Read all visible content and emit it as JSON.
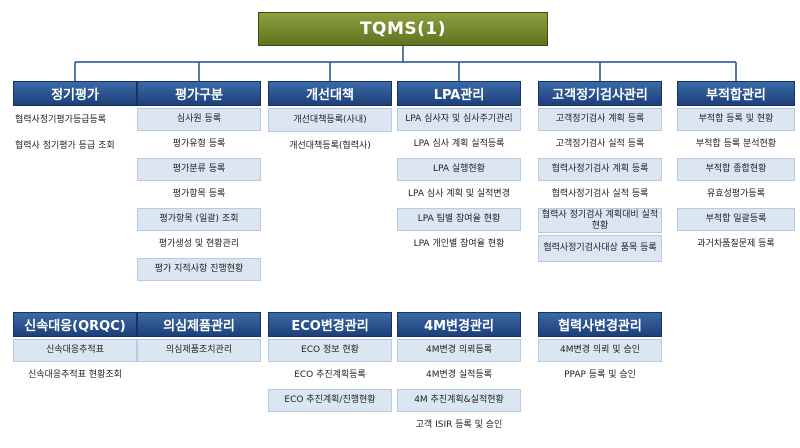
{
  "title": "TQMS(1)",
  "colors": {
    "root": "#6b7f28",
    "header": "#1f4e8c",
    "item_highlight": "#dbe6f2",
    "connector": "#1f4e8c"
  },
  "row1": [
    {
      "header": "정기평가",
      "items": [
        "협력사정기평가등급등록",
        "협력사 정기평가 등급 조회"
      ]
    },
    {
      "header": "평가구분",
      "items": [
        "심사원 등록",
        "평가유형 등록",
        "평가분류 등록",
        "평가항목 등록",
        "평가항목 (일괄) 조회",
        "평가생성 및 현황관리",
        "평가 지적사항 진행현황"
      ]
    },
    {
      "header": "개선대책",
      "items": [
        "개선대책등록(사내)",
        "개선대책등록(협력사)"
      ]
    },
    {
      "header": "LPA관리",
      "items": [
        "LPA 심사자 및 심사주기관리",
        "LPA 심사 계획 실적등록",
        "LPA 실행현황",
        "LPA 심사 계획 및 실적변경",
        "LPA 팀별 참여율 현황",
        "LPA 개인별 참여율 현황"
      ]
    },
    {
      "header": "고객정기검사관리",
      "items": [
        "고객정기검사 계획 등록",
        "고객정기검사 실적 등록",
        "협력사정기검사 계획 등록",
        "협력사정기검사 실적 등록",
        "협력사 정기검사 계획대비 실적 현황",
        "협력사정기검사대상 품목 등록"
      ]
    },
    {
      "header": "부적합관리",
      "items": [
        "부적합 등록 및 현황",
        "부적합 등록 분석현황",
        "부적합 종합현황",
        "유효성평가등록",
        "부적합 일괄등록",
        "과거차품질문제 등록"
      ]
    }
  ],
  "row2": [
    {
      "header": "신속대응(QRQC)",
      "items": [
        "신속대응추적표",
        "신속대응추적표 현황조회"
      ]
    },
    {
      "header": "의심제품관리",
      "items": [
        "의심제품조치관리"
      ]
    },
    {
      "header": "ECO변경관리",
      "items": [
        "ECO 정보 현황",
        "ECO 추진계획등록",
        "ECO 추진계획/진행현황"
      ]
    },
    {
      "header": "4M변경관리",
      "items": [
        "4M변경 의뢰등록",
        "4M변경 실적등록",
        "4M 추진계획&실적현황",
        "고객 ISIR 등록 및 승인"
      ]
    },
    {
      "header": "협력사변경관리",
      "items": [
        "4M변경 의뢰 및 승인",
        "PPAP 등록 및 승인"
      ]
    }
  ]
}
